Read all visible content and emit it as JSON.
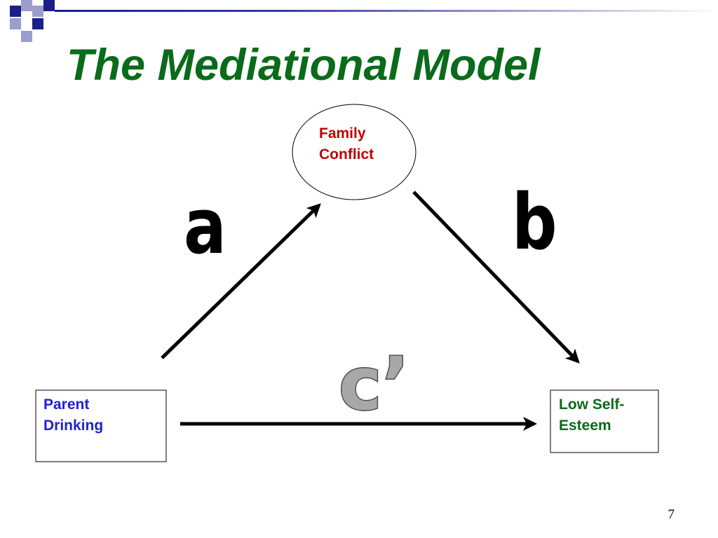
{
  "slide": {
    "title": "The Mediational Model",
    "page_number": "7"
  },
  "colors": {
    "title": "#0a6b1a",
    "deco_dark": "#1a1f8c",
    "deco_light": "#9b9dcc",
    "mediator_text": "#c00000",
    "predictor_text": "#1f1fd6",
    "outcome_text": "#0a6b1a",
    "arrow": "#000000"
  },
  "diagram": {
    "mediator": {
      "line1": "Family",
      "line2": "Conflict"
    },
    "predictor": {
      "line1": "Parent",
      "line2": "Drinking"
    },
    "outcome": {
      "line1": "Low Self-",
      "line2": "Esteem"
    },
    "paths": {
      "a": "a",
      "b": "b",
      "c_prime": "c’"
    }
  }
}
